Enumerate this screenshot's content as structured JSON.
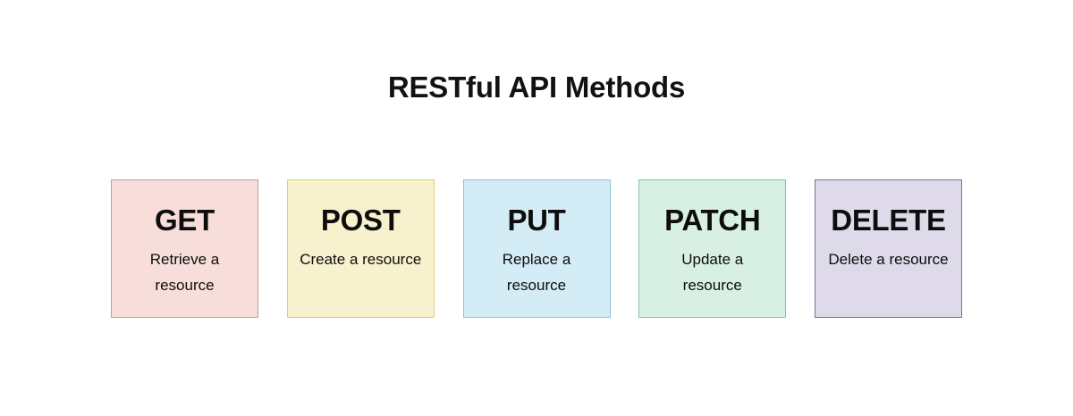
{
  "page": {
    "background_color": "#ffffff"
  },
  "header": {
    "title": "RESTful API Methods"
  },
  "diagram": {
    "type": "card-row",
    "cards": [
      {
        "method": "GET",
        "description": "Retrieve a resource",
        "fill_color": "#f8dedb",
        "border_color": "#c4999a",
        "text_color": "#0d0d0d"
      },
      {
        "method": "POST",
        "description": "Create a resource",
        "fill_color": "#f8f1cd",
        "border_color": "#d9cc7a",
        "text_color": "#0d0d0d"
      },
      {
        "method": "PUT",
        "description": "Replace a resource",
        "fill_color": "#d4ecf6",
        "border_color": "#8fc4d8",
        "text_color": "#0d0d0d"
      },
      {
        "method": "PATCH",
        "description": "Update a resource",
        "fill_color": "#d8f0e4",
        "border_color": "#7fc4aa",
        "text_color": "#0d0d0d"
      },
      {
        "method": "DELETE",
        "description": "Delete a resource",
        "fill_color": "#dedaea",
        "border_color": "#75709a",
        "text_color": "#0d0d0d"
      }
    ]
  }
}
